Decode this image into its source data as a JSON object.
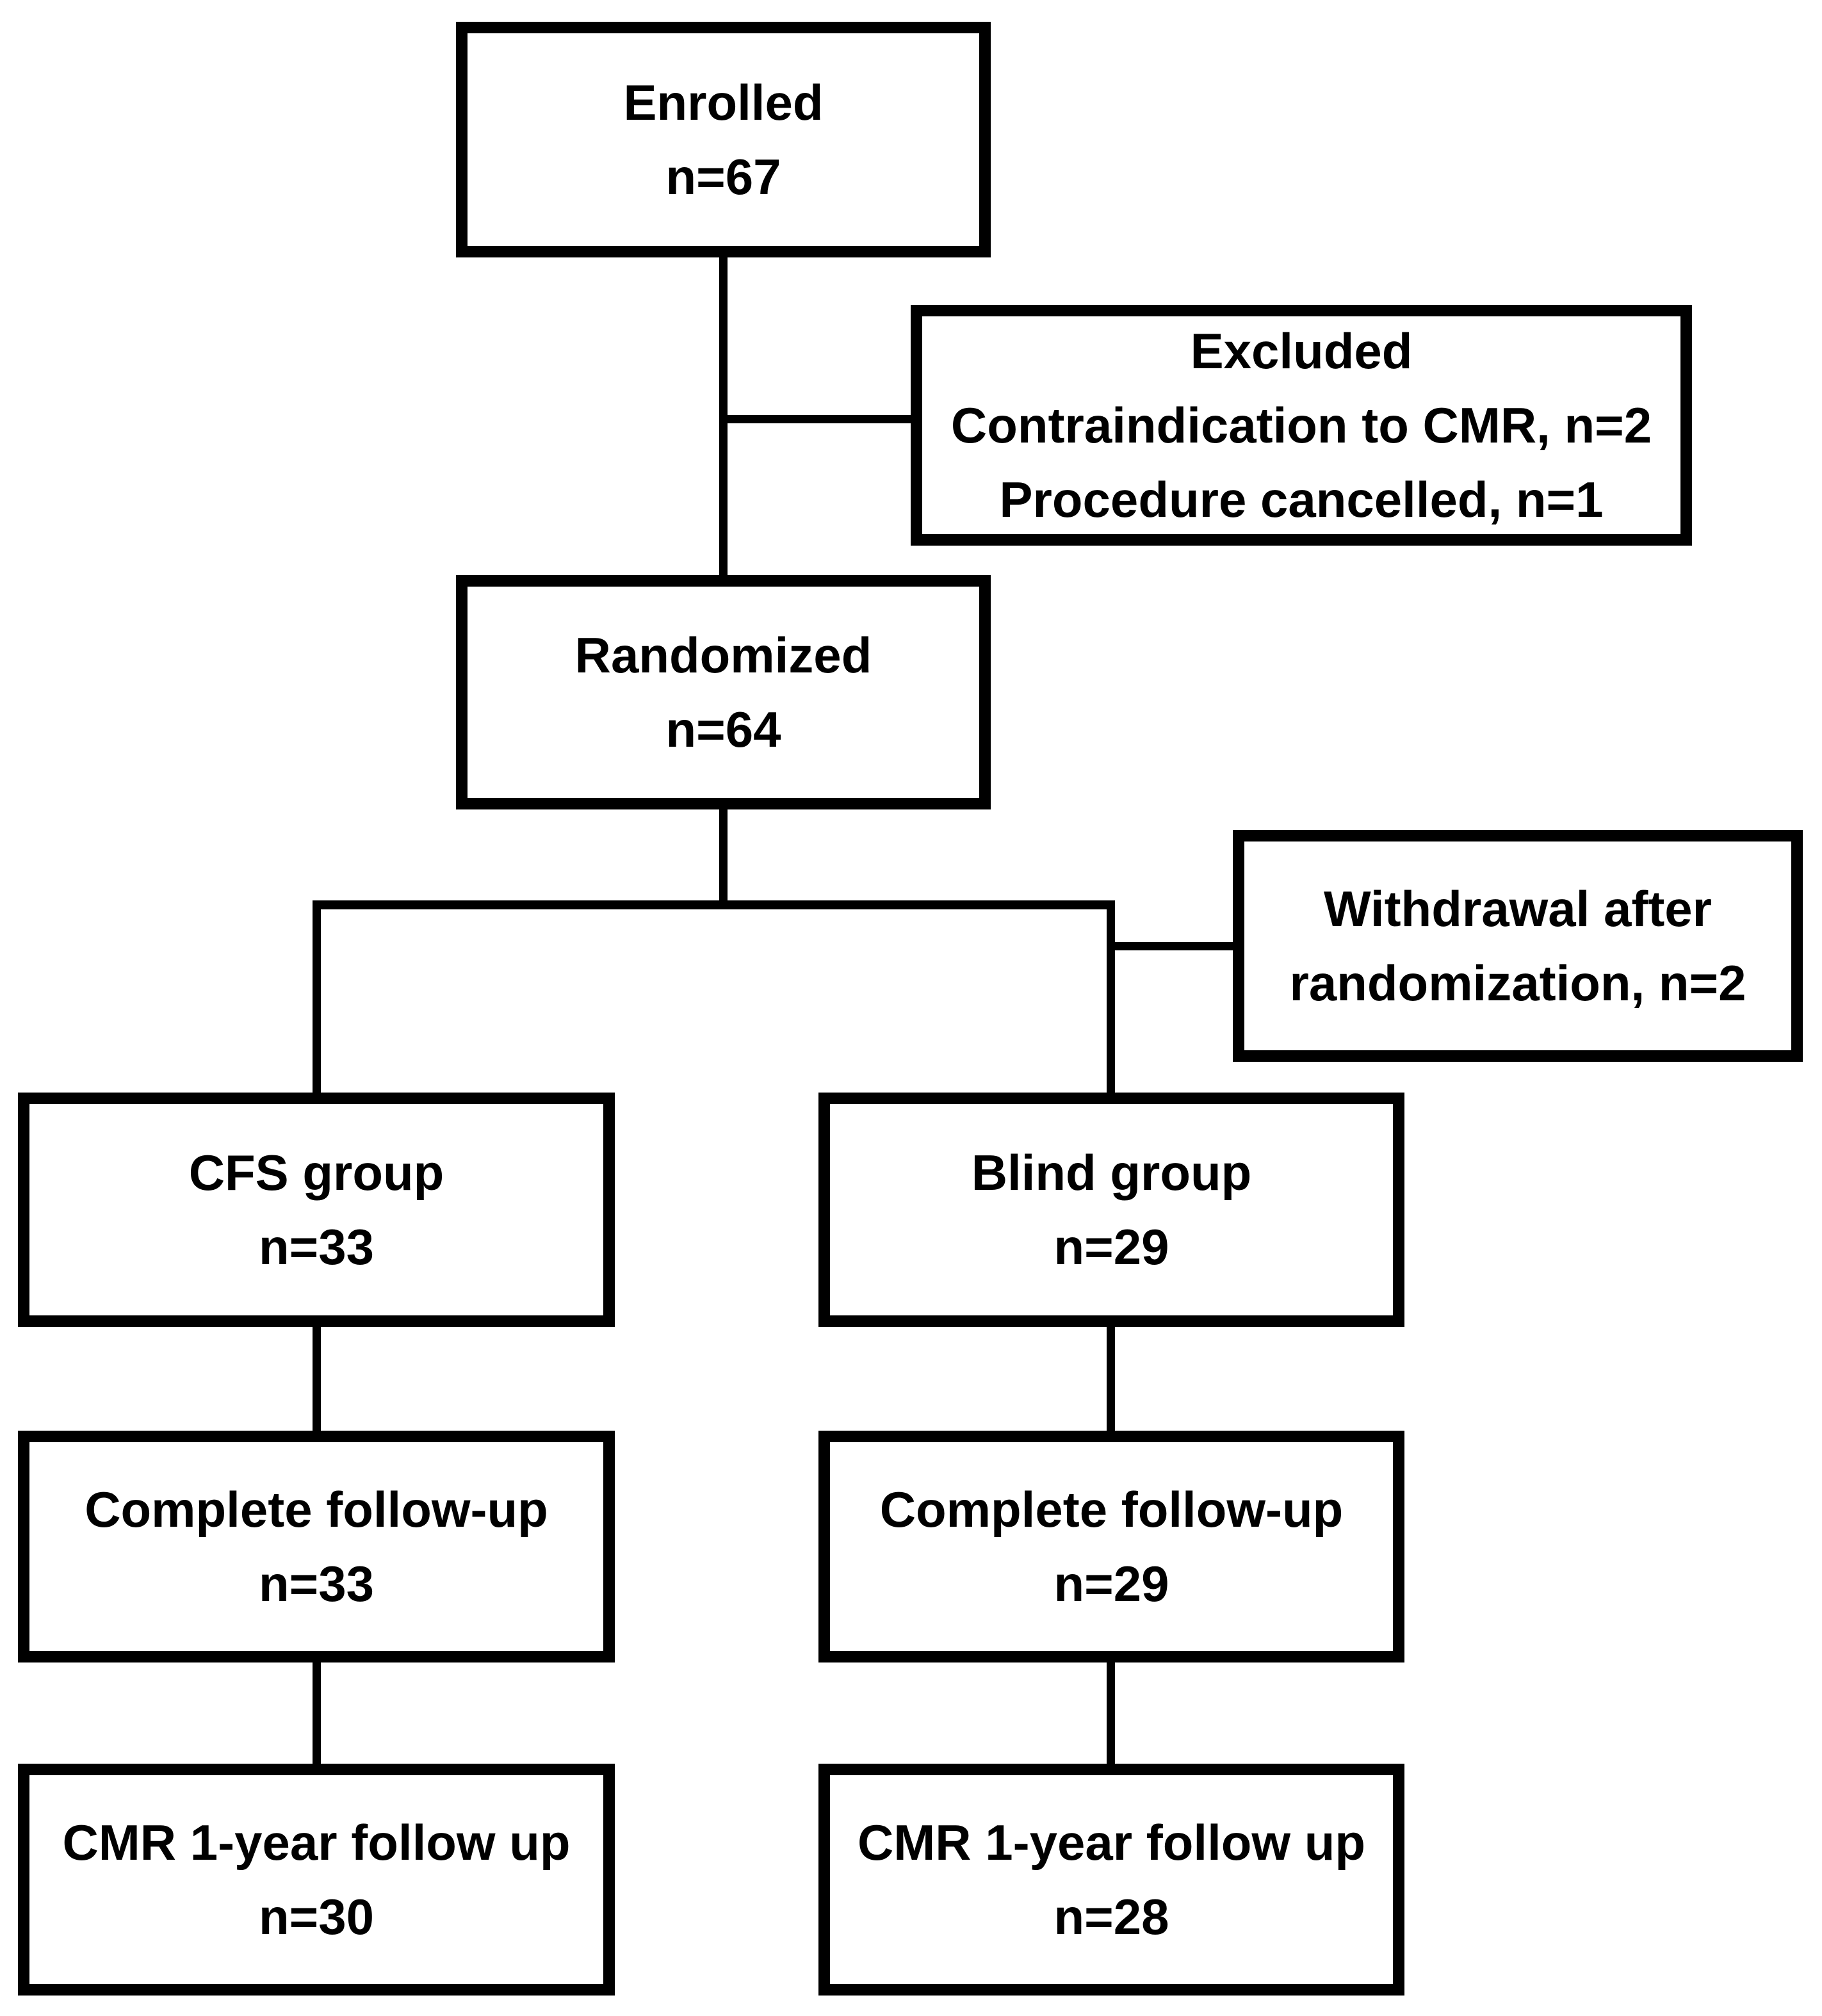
{
  "diagram": {
    "type": "consort-flow-diagram",
    "colors": {
      "line": "#000000",
      "text": "#000000",
      "box_background": "#ffffff",
      "page_background": "#ffffff"
    },
    "boxes": {
      "enrolled": {
        "line1": "Enrolled",
        "line2": "n=67"
      },
      "excluded": {
        "line1": "Excluded",
        "line2": "Contraindication to CMR, n=2",
        "line3": "Procedure cancelled, n=1"
      },
      "randomized": {
        "line1": "Randomized",
        "line2": "n=64"
      },
      "withdrawal": {
        "line1": "Withdrawal after",
        "line2": "randomization, n=2"
      },
      "cfs_group": {
        "line1": "CFS group",
        "line2": "n=33"
      },
      "blind_group": {
        "line1": "Blind group",
        "line2": "n=29"
      },
      "cfs_followup": {
        "line1": "Complete follow-up",
        "line2": "n=33"
      },
      "blind_followup": {
        "line1": "Complete follow-up",
        "line2": "n=29"
      },
      "cfs_cmr": {
        "line1": "CMR 1-year follow up",
        "line2": "n=30"
      },
      "blind_cmr": {
        "line1": "CMR 1-year follow up",
        "line2": "n=28"
      }
    },
    "edges": [
      {
        "from": "enrolled",
        "to": "randomized"
      },
      {
        "from": "enrolled",
        "to": "excluded"
      },
      {
        "from": "randomized",
        "to": "cfs_group"
      },
      {
        "from": "randomized",
        "to": "blind_group"
      },
      {
        "from": "randomized",
        "to": "withdrawal"
      },
      {
        "from": "cfs_group",
        "to": "cfs_followup"
      },
      {
        "from": "blind_group",
        "to": "blind_followup"
      },
      {
        "from": "cfs_followup",
        "to": "cfs_cmr"
      },
      {
        "from": "blind_followup",
        "to": "blind_cmr"
      }
    ]
  }
}
